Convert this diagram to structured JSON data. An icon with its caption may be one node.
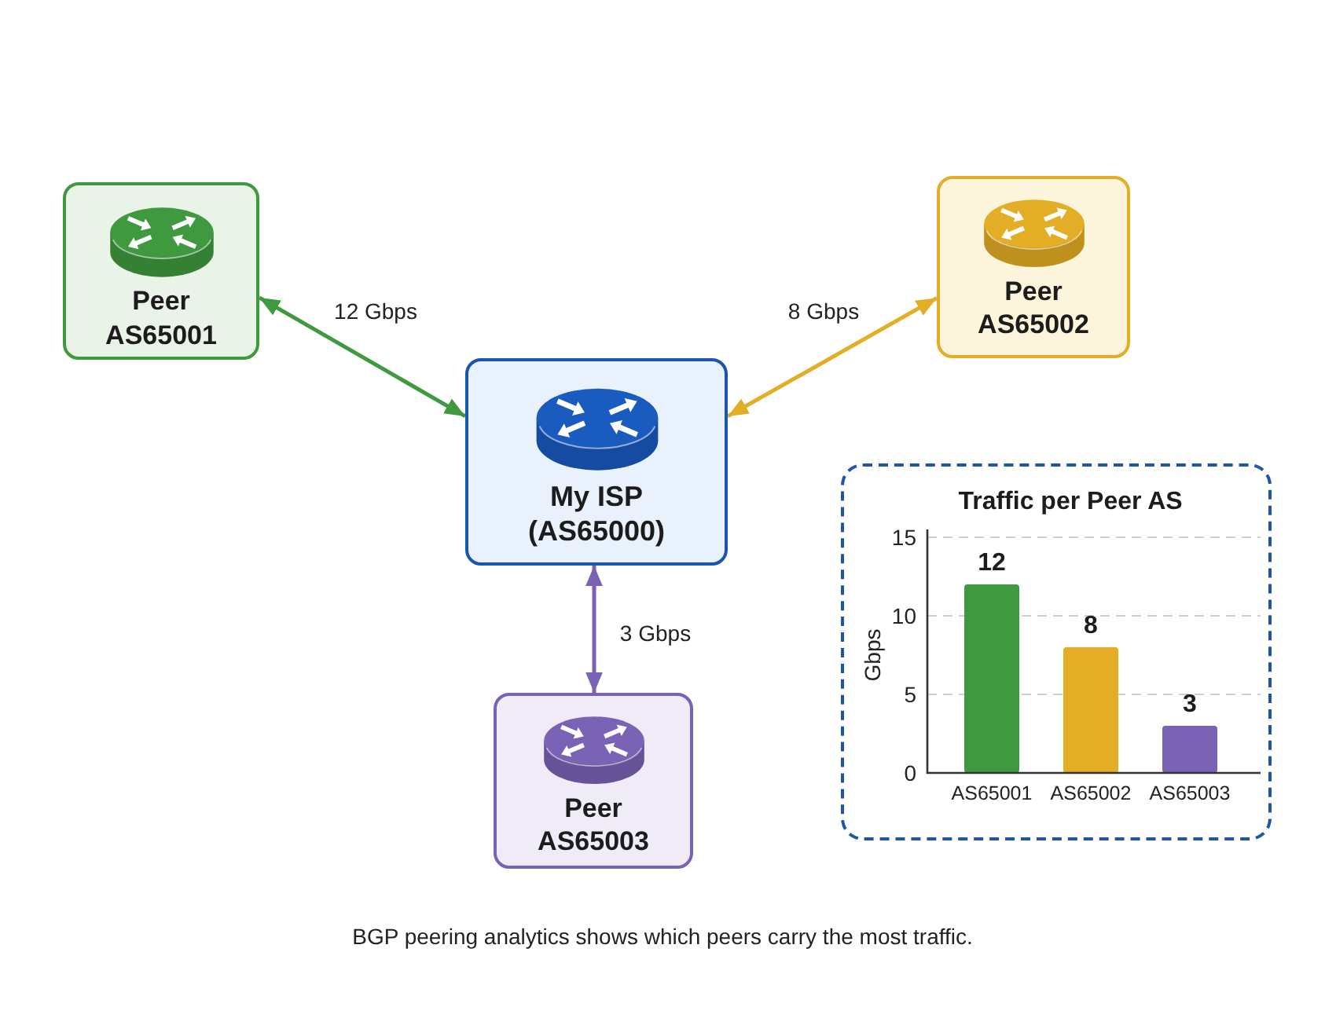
{
  "diagram": {
    "caption": "BGP peering analytics shows which peers carry the most traffic.",
    "nodes": [
      {
        "text": [
          "Peer AS65001"
        ]
      },
      {
        "text": [
          "Peer AS65002"
        ]
      },
      {
        "text": [
          "My ISP (AS65000)"
        ]
      },
      {
        "text": [
          "Peer AS65003"
        ]
      }
    ],
    "edges": [
      {
        "from": 0,
        "to": 2,
        "arrow": "both",
        "label": "12 Gbps",
        "color": "#3f9a3f"
      },
      {
        "from": 1,
        "to": 2,
        "arrow": "both",
        "label": "8 Gbps",
        "color": "#e3ad25"
      },
      {
        "from": 2,
        "to": 3,
        "arrow": "both",
        "label": "3 Gbps",
        "color": "#7a63b5"
      }
    ],
    "chart_data": {
      "type": "bar",
      "title": "Traffic per Peer AS",
      "ylabel": "Gbps",
      "categories": [
        "AS65001",
        "AS65002",
        "AS65003"
      ],
      "values": [
        12,
        8,
        3
      ],
      "ylim": [
        0,
        15
      ],
      "yticks": [
        0,
        5,
        10,
        15
      ],
      "data_labels": true
    }
  }
}
